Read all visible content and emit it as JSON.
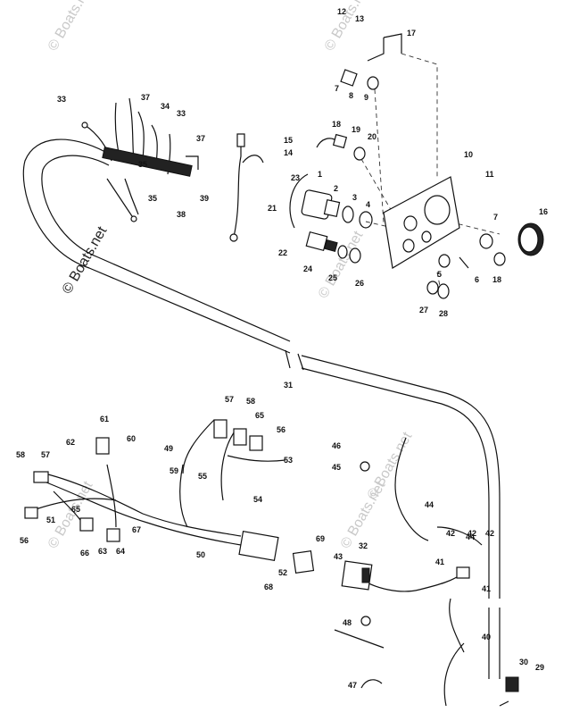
{
  "watermark": "© Boats.net",
  "callouts": [
    "12",
    "13",
    "17",
    "7",
    "8",
    "9",
    "33",
    "37",
    "34",
    "33",
    "37",
    "15",
    "14",
    "18",
    "19",
    "20",
    "1",
    "23",
    "2",
    "3",
    "4",
    "10",
    "11",
    "21",
    "35",
    "35",
    "39",
    "38",
    "22",
    "24",
    "25",
    "26",
    "5",
    "6",
    "7",
    "16",
    "18",
    "27",
    "28",
    "31",
    "57",
    "58",
    "65",
    "56",
    "53",
    "54",
    "55",
    "61",
    "60",
    "62",
    "49",
    "59",
    "58",
    "57",
    "51",
    "56",
    "65",
    "66",
    "63",
    "64",
    "67",
    "50",
    "52",
    "68",
    "69",
    "46",
    "45",
    "44",
    "42",
    "42",
    "44",
    "42",
    "41",
    "41",
    "43",
    "32",
    "48",
    "40",
    "47",
    "30",
    "29"
  ]
}
